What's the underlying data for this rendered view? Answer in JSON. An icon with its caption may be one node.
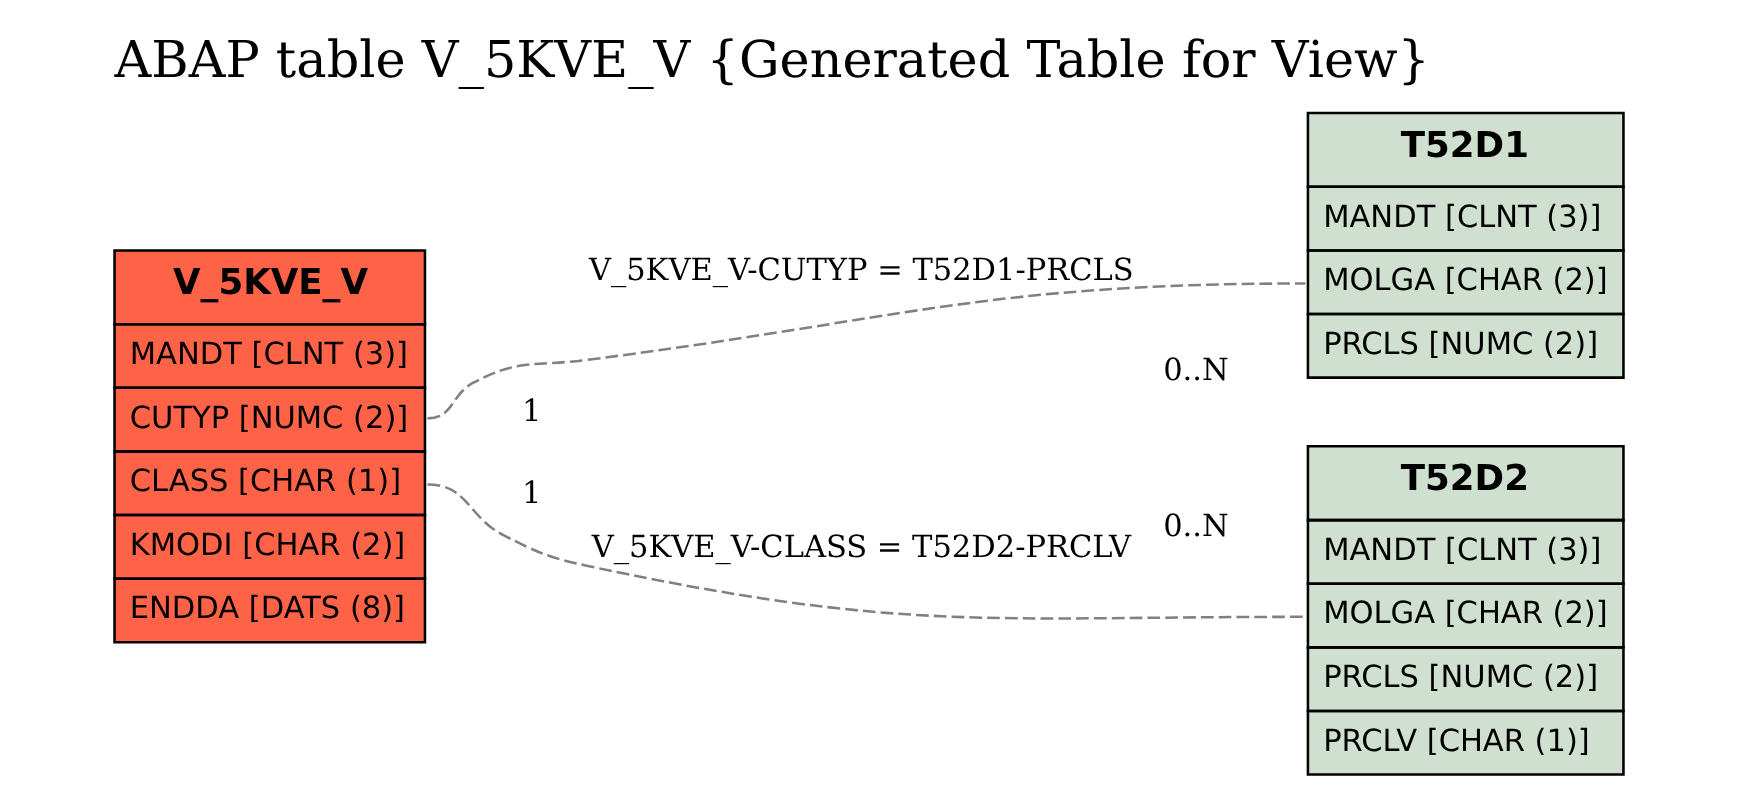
{
  "diagram": {
    "title": "ABAP table V_5KVE_V {Generated Table for View}",
    "nodes": [
      {
        "text": [
          "V_5KVE_V",
          "MANDT [CLNT (3)]",
          "CUTYP [NUMC (2)]",
          "CLASS [CHAR (1)]",
          "KMODI [CHAR (2)]",
          "ENDDA [DATS (8)]"
        ]
      },
      {
        "text": [
          "T52D1",
          "MANDT [CLNT (3)]",
          "MOLGA [CHAR (2)]",
          "PRCLS [NUMC (2)]"
        ]
      },
      {
        "text": [
          "T52D2",
          "MANDT [CLNT (3)]",
          "MOLGA [CHAR (2)]",
          "PRCLS [NUMC (2)]",
          "PRCLV [CHAR (1)]"
        ]
      }
    ],
    "edges": [
      {
        "from": 0,
        "to": 1,
        "arrow": "none",
        "label": "V_5KVE_V-CUTYP = T52D1-PRCLS",
        "style": "dashed",
        "color": "#808080"
      },
      {
        "from": 0,
        "to": 2,
        "arrow": "none",
        "label": "V_5KVE_V-CLASS = T52D2-PRCLV",
        "style": "dashed",
        "color": "#808080"
      }
    ],
    "labels": [
      "0..N",
      "1",
      "1",
      "0..N"
    ]
  }
}
